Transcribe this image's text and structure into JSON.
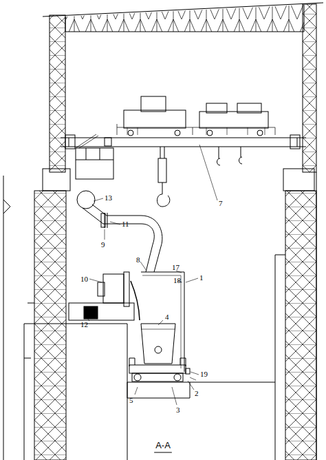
{
  "diagram": {
    "caption": "A-A",
    "labels": [
      "13",
      "11",
      "9",
      "7",
      "8",
      "10",
      "17",
      "18",
      "1",
      "4",
      "12",
      "19",
      "2",
      "5",
      "3"
    ]
  }
}
